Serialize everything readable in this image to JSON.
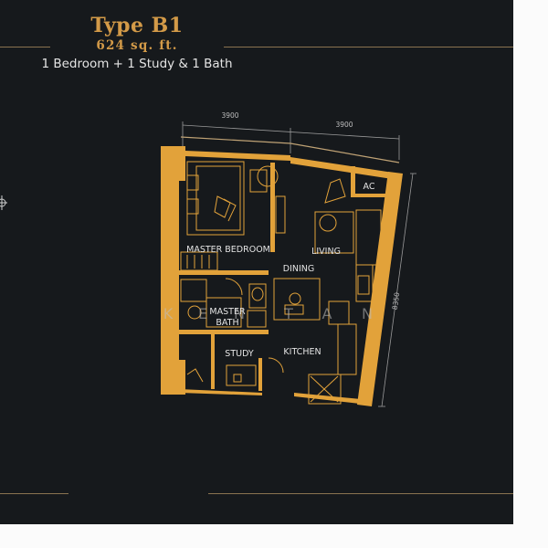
{
  "header": {
    "type_label": "Type B1",
    "area": "624 sq. ft.",
    "configuration": "1 Bedroom + 1 Study & 1 Bath"
  },
  "plan": {
    "dimensions": {
      "top_left": "3900",
      "top_right": "3900",
      "right_side": "8350"
    },
    "rooms": {
      "master_bedroom": "MASTER BEDROOM",
      "living": "LIVING",
      "dining": "DINING",
      "master_bath_line1": "MASTER",
      "master_bath_line2": "BATH",
      "study": "STUDY",
      "kitchen": "KITCHEN",
      "ac": "AC"
    },
    "watermark_letters": [
      "K",
      "E",
      "N",
      "T",
      "A",
      "N"
    ]
  },
  "colors": {
    "background": "#16191c",
    "gold": "#d39a48",
    "wall": "#e2a23a",
    "text_light": "#e4e4e4"
  }
}
